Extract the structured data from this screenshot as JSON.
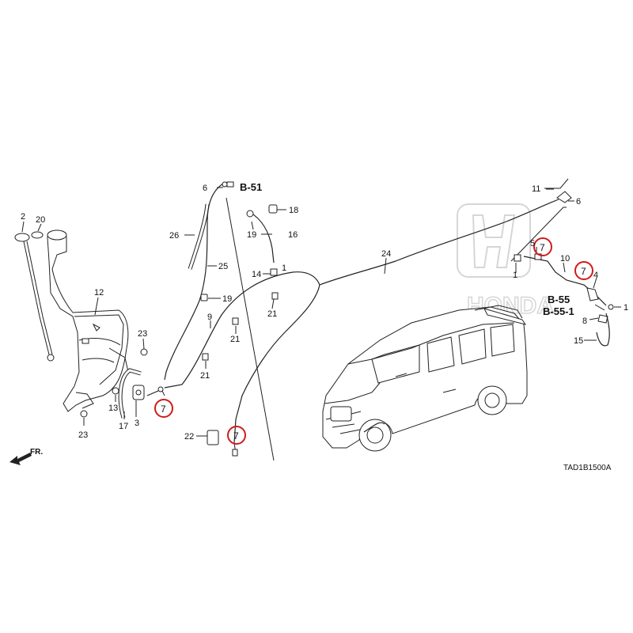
{
  "diagram": {
    "drawing_code": "TAD1B1500A",
    "direction_label": "FR.",
    "highlight_color": "#d11a1a",
    "watermark_text": "HONDA",
    "reference_labels": [
      "B-51",
      "B-55",
      "B-55-1"
    ],
    "parts": [
      {
        "id": "p2",
        "label": "2"
      },
      {
        "id": "p20",
        "label": "20"
      },
      {
        "id": "p12",
        "label": "12"
      },
      {
        "id": "p23a",
        "label": "23"
      },
      {
        "id": "p23b",
        "label": "23"
      },
      {
        "id": "p13",
        "label": "13"
      },
      {
        "id": "p17",
        "label": "17"
      },
      {
        "id": "p3",
        "label": "3"
      },
      {
        "id": "p7a",
        "label": "7"
      },
      {
        "id": "p6a",
        "label": "6"
      },
      {
        "id": "p26",
        "label": "26"
      },
      {
        "id": "p25",
        "label": "25"
      },
      {
        "id": "p19a",
        "label": "19"
      },
      {
        "id": "p9",
        "label": "9"
      },
      {
        "id": "p21a",
        "label": "21"
      },
      {
        "id": "p21b",
        "label": "21"
      },
      {
        "id": "p18",
        "label": "18"
      },
      {
        "id": "p19b",
        "label": "19"
      },
      {
        "id": "p16",
        "label": "16"
      },
      {
        "id": "p14",
        "label": "14"
      },
      {
        "id": "p1a",
        "label": "1"
      },
      {
        "id": "p21c",
        "label": "21"
      },
      {
        "id": "p22",
        "label": "22"
      },
      {
        "id": "p7b",
        "label": "7"
      },
      {
        "id": "p24",
        "label": "24"
      },
      {
        "id": "p11",
        "label": "11"
      },
      {
        "id": "p6b",
        "label": "6"
      },
      {
        "id": "p5",
        "label": "5"
      },
      {
        "id": "p7c",
        "label": "7"
      },
      {
        "id": "p10",
        "label": "10"
      },
      {
        "id": "p1b",
        "label": "1"
      },
      {
        "id": "p7d",
        "label": "7"
      },
      {
        "id": "p4",
        "label": "4"
      },
      {
        "id": "p1c",
        "label": "1"
      },
      {
        "id": "p8",
        "label": "8"
      },
      {
        "id": "p15",
        "label": "15"
      }
    ]
  }
}
